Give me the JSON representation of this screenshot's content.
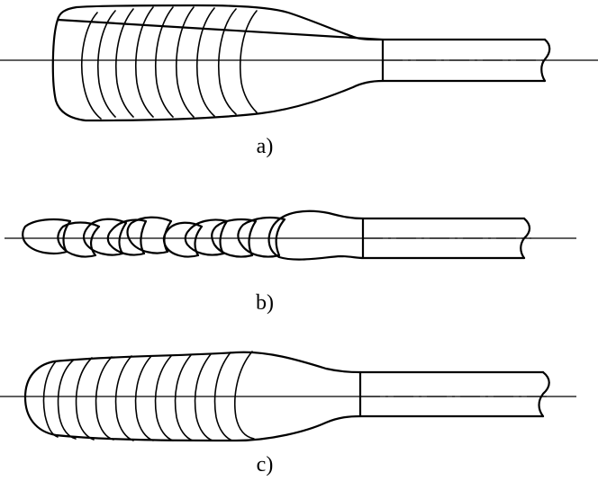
{
  "panels": [
    {
      "id": "a",
      "label": "a)"
    },
    {
      "id": "b",
      "label": "b)"
    },
    {
      "id": "c",
      "label": "c)"
    }
  ]
}
